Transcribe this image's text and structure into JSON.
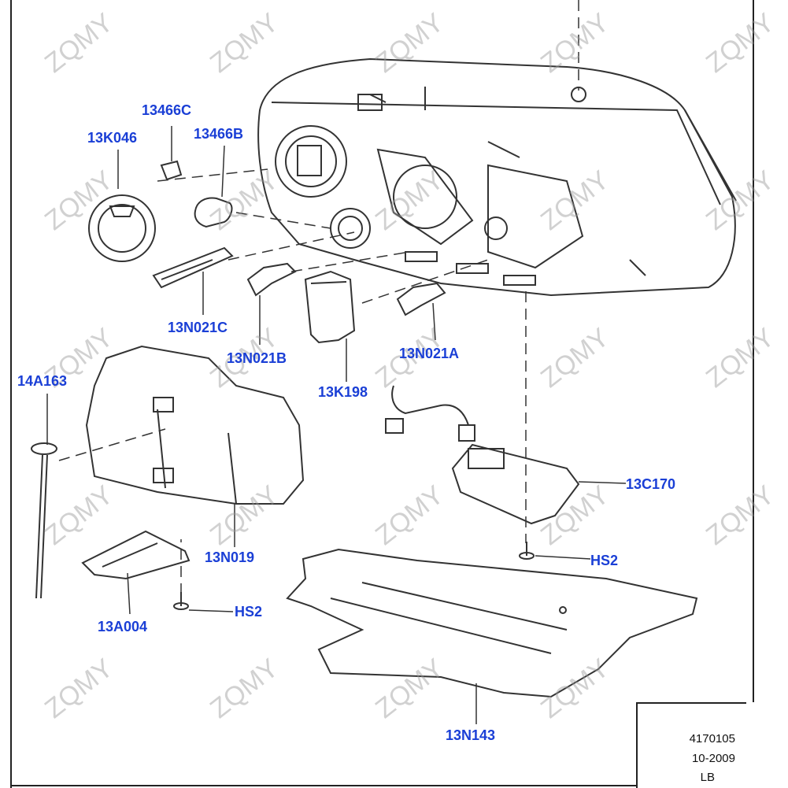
{
  "callouts": {
    "c13K046": "13K046",
    "c13466C": "13466C",
    "c13466B": "13466B",
    "c13N021C": "13N021C",
    "c13N021B": "13N021B",
    "c13N021A": "13N021A",
    "c13K198": "13K198",
    "c14A163": "14A163",
    "c13C170": "13C170",
    "cHS2a": "HS2",
    "cHS2b": "HS2",
    "c13N019": "13N019",
    "c13A004": "13A004",
    "c13N143": "13N143"
  },
  "info": {
    "number": "4170105",
    "date": "10-2009",
    "side": "LB"
  },
  "watermark": "ZQMY",
  "colors": {
    "callout": "#1a3fd6",
    "line": "#333333"
  }
}
